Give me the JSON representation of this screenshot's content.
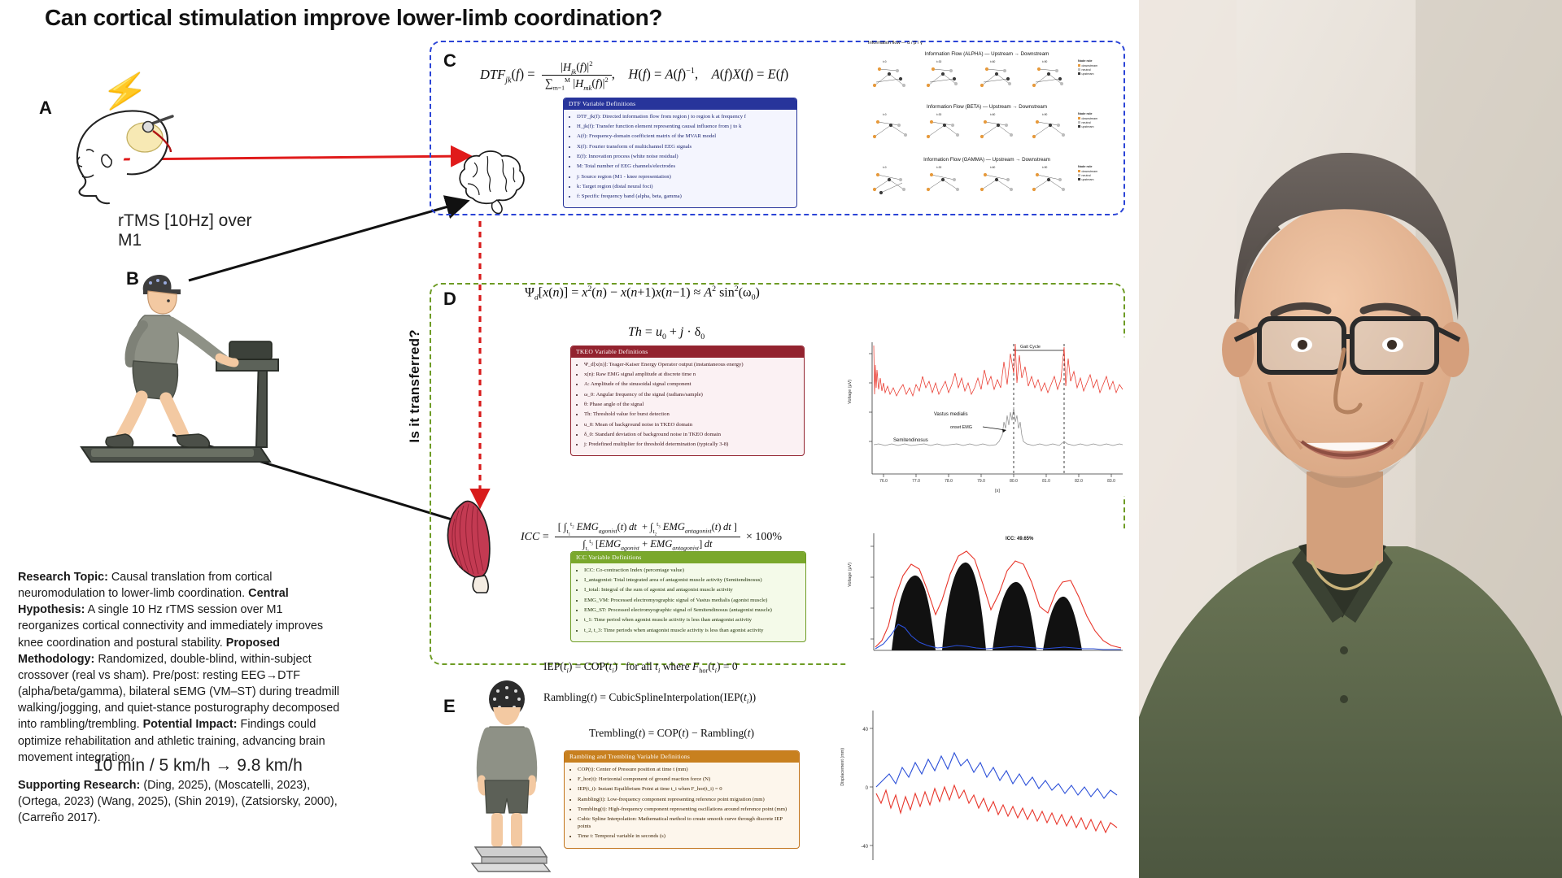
{
  "title": "Can cortical stimulation improve lower-limb coordination?",
  "panels": {
    "a": {
      "letter": "A",
      "label": "rTMS [10Hz] over M1",
      "icon": "lightning-bolt-icon"
    },
    "b": {
      "letter": "B",
      "label": "10 min / 5 km/h → 9.8 km/h"
    },
    "c": {
      "letter": "C",
      "border_color": "#2b44d6"
    },
    "d": {
      "letter": "D",
      "border_color": "#6d9b24"
    },
    "e": {
      "letter": "E"
    }
  },
  "transfer_question": "Is it transferred?",
  "equations": {
    "dtf": "DTF_jk(f) = |H_jk(f)|^2 / sum_{m=1}^{M} |H_mk(f)|^2,   H(f) = A(f)^-1,   A(f)X(f) = E(f)",
    "tkeo": "Ψ_d[x(n)] = x^2(n) − x(n+1)x(n−1) ≈ A^2 sin^2(ω_0)",
    "threshold": "Th = u_0 + j · δ_0",
    "icc": "ICC = [ ∫_{t1}^{t2} EMG_agonist(t) dt + ∫_{t2}^{t3} EMG_antagonist(t) dt ] / [ ∫_{t1}^{t3} (EMG_agonist + EMG_antagonist) dt ] × 100%",
    "iep": "IEP(t_i) = COP(t_i)   for all t_i where F_hor(t_i) = 0",
    "rambling": "Rambling(t) = CubicSplineInterpolation(IEP(t_i))",
    "trembling": "Trembling(t) = COP(t) − Rambling(t)"
  },
  "dtf_definitions": {
    "title": "DTF Variable Definitions",
    "items": [
      "DTF_jk(f): Directed information flow from region j to region k at frequency f",
      "H_jk(f): Transfer function element representing causal influence from j to k",
      "A(f): Frequency-domain coefficient matrix of the MVAR model",
      "X(f): Fourier transform of multichannel EEG signals",
      "E(f): Innovation process (white noise residual)",
      "M: Total number of EEG channels/electrodes",
      "j: Source region (M1 - knee representation)",
      "k: Target region (distal neural foci)",
      "f: Specific frequency band (alpha, beta, gamma)"
    ]
  },
  "tkeo_definitions": {
    "title": "TKEO Variable Definitions",
    "items": [
      "Ψ_d[x(n)]: Teager-Kaiser Energy Operator output (instantaneous energy)",
      "x(n): Raw EMG signal amplitude at discrete time n",
      "A: Amplitude of the sinusoidal signal component",
      "ω_0: Angular frequency of the signal (radians/sample)",
      "θ: Phase angle of the signal",
      "Th: Threshold value for burst detection",
      "u_0: Mean of background noise in TKEO domain",
      "δ_0: Standard deviation of background noise in TKEO domain",
      "j: Predefined multiplier for threshold determination (typically 3-8)"
    ]
  },
  "icc_definitions": {
    "title": "ICC Variable Definitions",
    "items": [
      "ICC: Co-contraction Index (percentage value)",
      "I_antagonist: Total integrated area of antagonist muscle activity (Semitendinosus)",
      "I_total: Integral of the sum of agonist and antagonist muscle activity",
      "EMG_VM: Processed electromyographic signal of Vastus medialis (agonist muscle)",
      "EMG_ST: Processed electromyographic signal of Semitendinosus (antagonist muscle)",
      "t_1: Time period when agonist muscle activity is less than antagonist activity",
      "t_2, t_3: Time periods when antagonist muscle activity is less than agonist activity"
    ]
  },
  "rambling_definitions": {
    "title": "Rambling and Trembling Variable Definitions",
    "items": [
      "COP(t): Center of Pressure position at time t (mm)",
      "F_hor(t): Horizontal component of ground reaction force (N)",
      "IEP(t_i): Instant Equilibrium Point at time t_i when F_hor(t_i) = 0",
      "Rambling(t): Low-frequency component representing reference point migration (mm)",
      "Trembling(t): High-frequency component representing oscillations around reference point (mm)",
      "Cubic Spline Interpolation: Mathematical method to create smooth curve through discrete IEP points",
      "Time t: Temporal variable in seconds (s)"
    ]
  },
  "dtf_networks": {
    "header": "Information flow — α / β / γ",
    "blocks": [
      {
        "title": "Information Flow (ALPHA) — Upstream → Downstream",
        "band": "ALPHA"
      },
      {
        "title": "Information Flow (BETA) — Upstream → Downstream",
        "band": "BETA"
      },
      {
        "title": "Information Flow (GAMMA) — Upstream → Downstream",
        "band": "GAMMA"
      }
    ],
    "legend": {
      "title": "Node role",
      "entries": [
        "downstream",
        "neutral",
        "upstream"
      ]
    },
    "legend_colors": [
      "#e79a3c",
      "#bdbdbd",
      "#3b3b3b"
    ],
    "column_labels": [
      "t=0",
      "t=30",
      "t=60",
      "t=90"
    ]
  },
  "emg_plot": {
    "agonist_label": "Vastus medialis",
    "antagonist_label": "Semitendinosus",
    "gait_cycle_label": "Gait Cycle",
    "onset_label": "onset EMG",
    "ylabel": "Voltage (µV)",
    "xlabel": "[s]",
    "xticks": [
      "76.0",
      "77.0",
      "78.0",
      "79.0",
      "80.0",
      "81.0",
      "82.0",
      "83.0"
    ],
    "agonist_color": "#e8352a",
    "antagonist_color": "#8f8f8f"
  },
  "icc_plot": {
    "value_label": "ICC: 49.65%",
    "ylabel": "Voltage (µV)",
    "agonist_color": "#e8352a",
    "antagonist_color": "#2b4fd8",
    "fill_color": "#111111"
  },
  "posturography_plot": {
    "ylabel": "Displacement (mm)",
    "yticks": [
      "40",
      "0",
      "-40"
    ],
    "series_colors": [
      "#2b4fd8",
      "#e8352a"
    ]
  },
  "research": {
    "body": [
      {
        "bold": "Research Topic:",
        "text": " Causal translation from cortical neuromodulation to lower-limb coordination. "
      },
      {
        "bold": "Central Hypothesis:",
        "text": " A single 10 Hz rTMS session over M1 reorganizes cortical connectivity and immediately improves knee coordination and postural stability. "
      },
      {
        "bold": "Proposed Methodology:",
        "text": " Randomized, double-blind, within-subject crossover (real vs sham). Pre/post: resting EEG→DTF (alpha/beta/gamma), bilateral sEMG (VM–ST) during treadmill walking/jogging, and quiet-stance posturography decomposed into rambling/trembling. "
      },
      {
        "bold": "Potential Impact:",
        "text": " Findings could optimize rehabilitation and athletic training, advancing brain movement integration."
      }
    ],
    "supporting_label": "Supporting Research:",
    "supporting_text": " (Ding, 2025), (Moscatelli, 2023), (Ortega, 2023) (Wang, 2025), (Shin 2019), (Zatsiorsky, 2000), (Carreño 2017)."
  },
  "colors": {
    "title": "#111111",
    "panel_c_border": "#2b44d6",
    "panel_d_border": "#6d9b24",
    "arrow_stim": "#e01b1b",
    "arrow_black": "#111111",
    "transfer_arrow": "#d81c1c",
    "bolt": "#FFD21E",
    "muscle": "#c33a52",
    "photo_shirt": "#5f6b4b"
  }
}
